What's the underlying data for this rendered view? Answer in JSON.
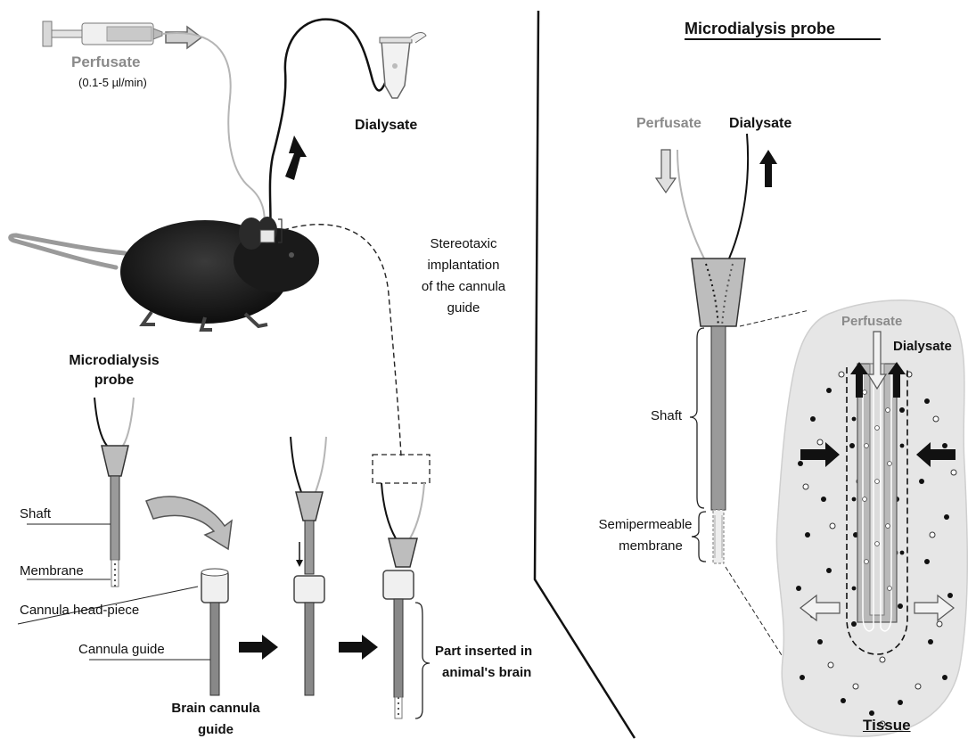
{
  "left_panel": {
    "perfusate_label": "Perfusate",
    "flow_rate": "(0.1-5 µl/min)",
    "dialysate_label": "Dialysate",
    "stereotaxic_line1": "Stereotaxic",
    "stereotaxic_line2": "implantation",
    "stereotaxic_line3": "of the cannula",
    "stereotaxic_line4": "guide",
    "probe_title_line1": "Microdialysis",
    "probe_title_line2": "probe",
    "shaft_label": "Shaft",
    "membrane_label": "Membrane",
    "head_piece_label": "Cannula head-piece",
    "cannula_guide_label": "Cannula guide",
    "brain_cannula_line1": "Brain cannula",
    "brain_cannula_line2": "guide",
    "inserted_line1": "Part inserted in",
    "inserted_line2": "animal's brain"
  },
  "right_panel": {
    "title": "Microdialysis probe",
    "perfusate_label": "Perfusate",
    "dialysate_label": "Dialysate",
    "shaft_label": "Shaft",
    "membrane_line1": "Semipermeable",
    "membrane_line2": "membrane",
    "inset_perfusate": "Perfusate",
    "inset_dialysate": "Dialysate",
    "tissue_label": "Tissue"
  },
  "colors": {
    "perfusate_grey": "#8a8a8a",
    "dialysate_black": "#111111",
    "tissue_fill": "#e6e6e6",
    "probe_grey": "#9a9a9a"
  }
}
